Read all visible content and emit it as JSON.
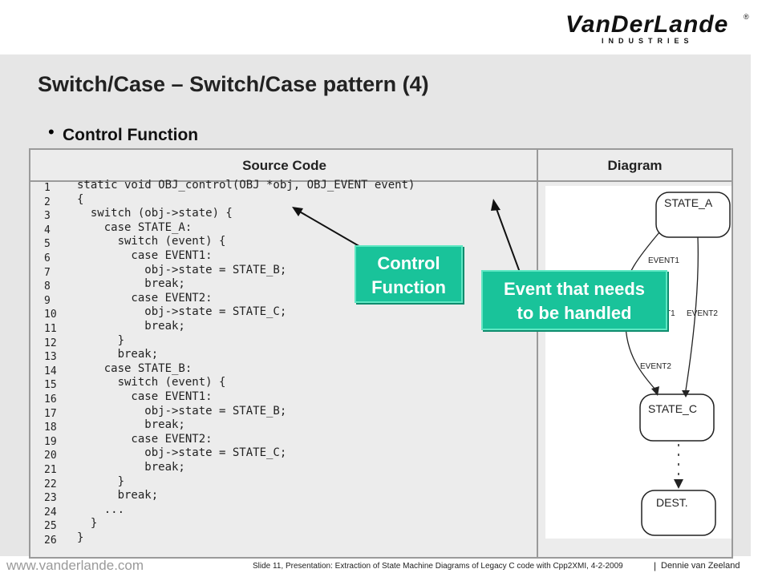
{
  "header": {
    "logo_main": "VanDerLande",
    "logo_sub": "INDUSTRIES",
    "logo_reg": "®"
  },
  "slide": {
    "title": "Switch/Case – Switch/Case pattern (4)",
    "bullet": "Control Function"
  },
  "table": {
    "col_source": "Source Code",
    "col_diagram": "Diagram",
    "line_numbers": [
      "1",
      "2",
      "3",
      "4",
      "5",
      "6",
      "7",
      "8",
      "9",
      "10",
      "11",
      "12",
      "13",
      "14",
      "15",
      "16",
      "17",
      "18",
      "19",
      "20",
      "21",
      "22",
      "23",
      "24",
      "25",
      "26"
    ],
    "code": [
      "static void OBJ_control(OBJ *obj, OBJ_EVENT event)",
      "{",
      "  switch (obj->state) {",
      "    case STATE_A:",
      "      switch (event) {",
      "        case EVENT1:",
      "          obj->state = STATE_B;",
      "          break;",
      "        case EVENT2:",
      "          obj->state = STATE_C;",
      "          break;",
      "      }",
      "      break;",
      "    case STATE_B:",
      "      switch (event) {",
      "        case EVENT1:",
      "          obj->state = STATE_B;",
      "          break;",
      "        case EVENT2:",
      "          obj->state = STATE_C;",
      "          break;",
      "      }",
      "      break;",
      "    ...",
      "  }",
      "}"
    ]
  },
  "diagram": {
    "state_a": "STATE_A",
    "state_c": "STATE_C",
    "dest": "DEST.",
    "event1_top": "EVENT1",
    "event1_mid": "T1",
    "event2_right": "EVENT2",
    "event2_bottom": "EVENT2"
  },
  "callouts": {
    "control_line1": "Control",
    "control_line2": "Function",
    "event_line1": "Event that needs",
    "event_line2": "to be handled"
  },
  "footer": {
    "url": "www.vanderlande.com",
    "text": "Slide 11, Presentation: Extraction of State Machine Diagrams of Legacy C code with Cpp2XMI, 4-2-2009",
    "sep": "|",
    "author": "Dennie van Zeeland"
  },
  "colors": {
    "callout_bg": "#19c39a",
    "slide_bg": "#e6e6e6"
  }
}
